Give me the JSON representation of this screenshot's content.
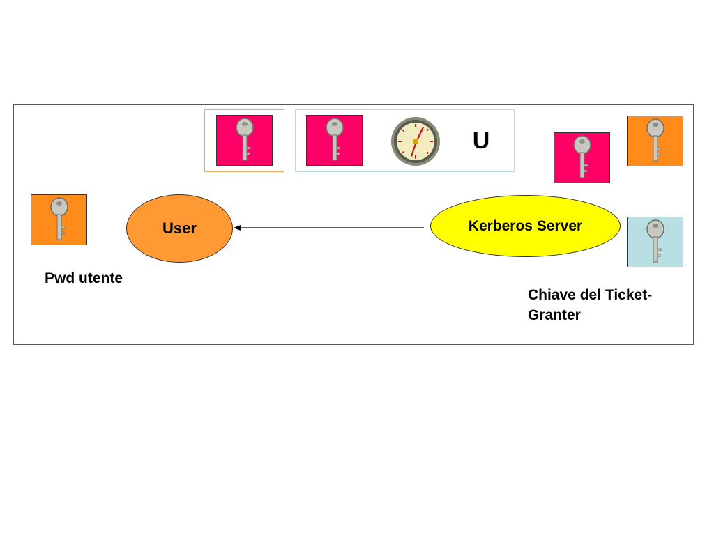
{
  "colors": {
    "key_magenta": "#ff0066",
    "key_orange": "#ff8c1a",
    "key_lightblue": "#b8dfe3",
    "user_fill": "#ff9933",
    "server_fill": "#ffff00",
    "ticket_border_orange": "#f4a460",
    "ticket_border_teal": "#b9dcdc"
  },
  "icons": {
    "key": "key-icon",
    "clock": "clock-icon"
  },
  "ticket": {
    "owner_label": "U"
  },
  "nodes": {
    "user_label": "User",
    "server_label": "Kerberos Server"
  },
  "captions": {
    "user_password": "Pwd utente",
    "tgt_key": "Chiave del Ticket-Granter"
  }
}
